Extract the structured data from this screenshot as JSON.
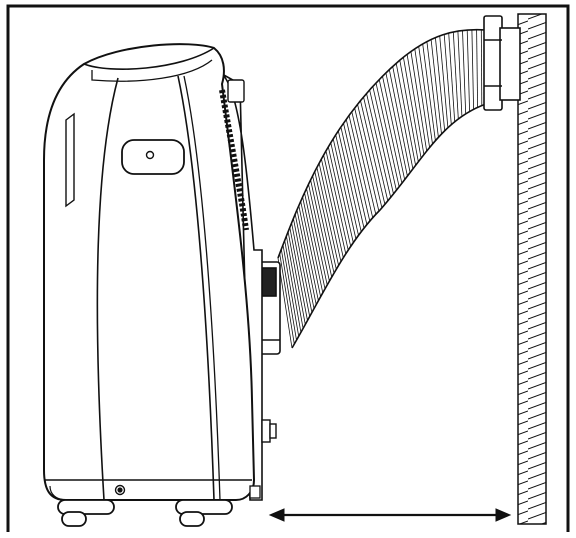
{
  "diagram": {
    "subject": "portable-air-conditioner-side-view",
    "components": [
      "unit-body",
      "exhaust-hose",
      "window-adapter",
      "wall",
      "clearance-arrow"
    ],
    "colors": {
      "line": "#111111",
      "fill": "#ffffff"
    }
  }
}
